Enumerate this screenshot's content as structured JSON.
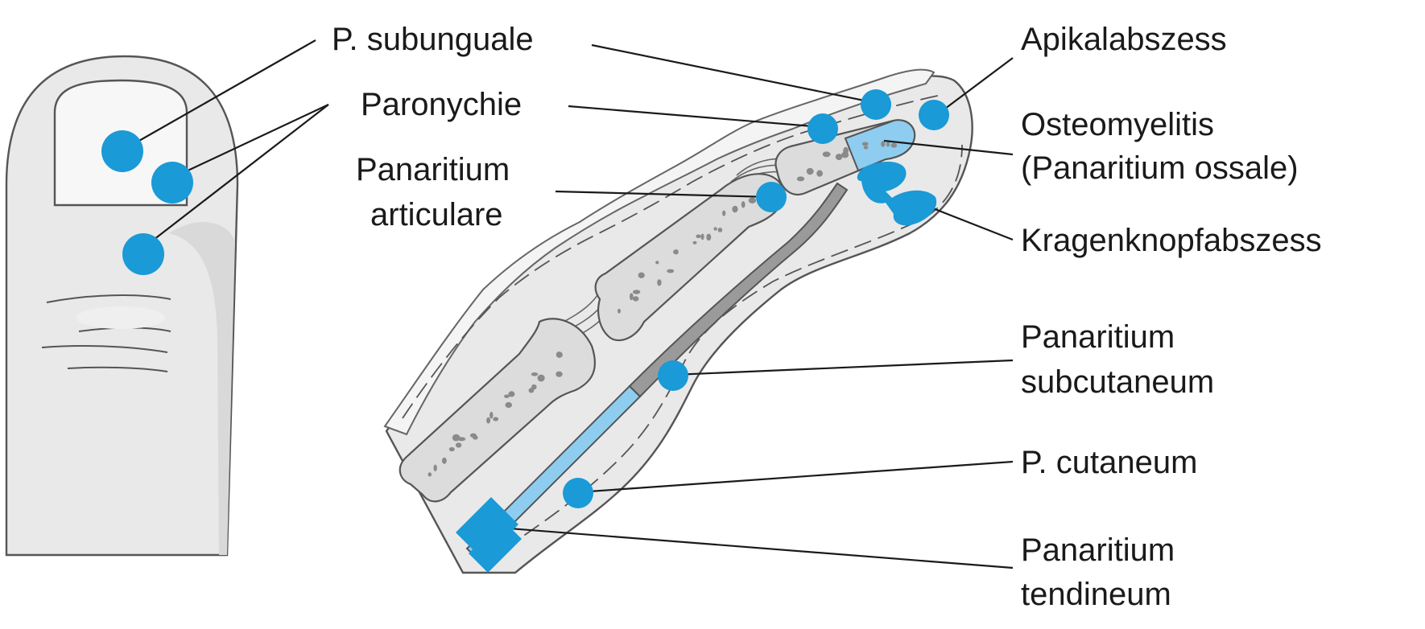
{
  "labels": {
    "subunguale": "P. subunguale",
    "paronychie": "Paronychie",
    "articulare_1": "Panaritium",
    "articulare_2": "articulare",
    "apikal": "Apikalabszess",
    "osteo_1": "Osteomyelitis",
    "osteo_2": "(Panaritium ossale)",
    "kragen": "Kragenknopfabszess",
    "subcut_1": "Panaritium",
    "subcut_2": "subcutaneum",
    "cutaneum": "P. cutaneum",
    "tendineum_1": "Panaritium",
    "tendineum_2": "tendineum"
  },
  "colors": {
    "spot": "#1a9ad6",
    "highlight": "#8fcdf0",
    "skin": "#e9e9e9",
    "bone": "#dcdcdc",
    "outline": "#555555"
  }
}
